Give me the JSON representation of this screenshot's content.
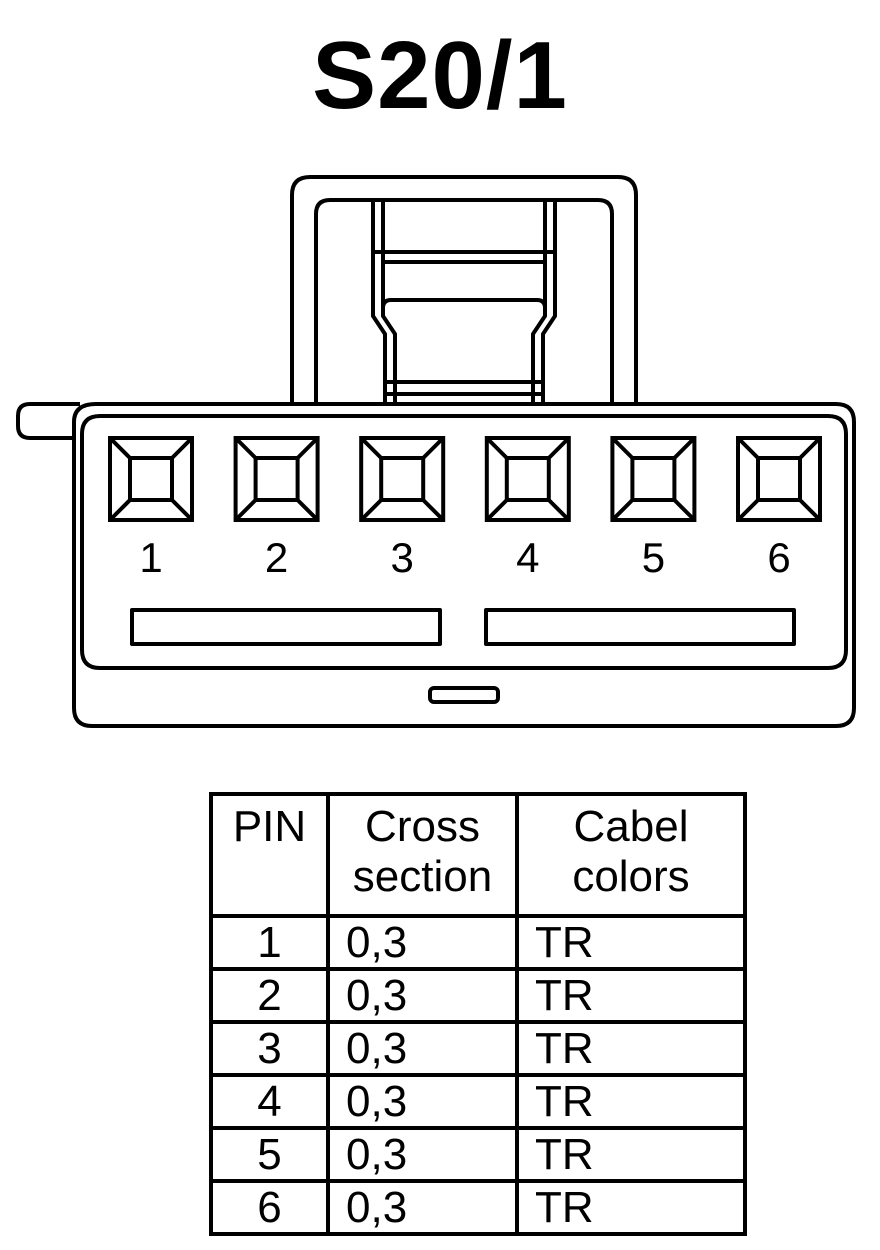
{
  "title": "S20/1",
  "pins": [
    "1",
    "2",
    "3",
    "4",
    "5",
    "6"
  ],
  "table": {
    "headers": {
      "pin": "PIN",
      "cross_section": [
        "Cross",
        "section"
      ],
      "cable_colors": [
        "Cabel",
        "colors"
      ]
    },
    "rows": [
      {
        "pin": "1",
        "cross_section": "0,3",
        "color": "TR"
      },
      {
        "pin": "2",
        "cross_section": "0,3",
        "color": "TR"
      },
      {
        "pin": "3",
        "cross_section": "0,3",
        "color": "TR"
      },
      {
        "pin": "4",
        "cross_section": "0,3",
        "color": "TR"
      },
      {
        "pin": "5",
        "cross_section": "0,3",
        "color": "TR"
      },
      {
        "pin": "6",
        "cross_section": "0,3",
        "color": "TR"
      }
    ]
  },
  "colors": {
    "line": "#000000",
    "background": "#ffffff"
  }
}
